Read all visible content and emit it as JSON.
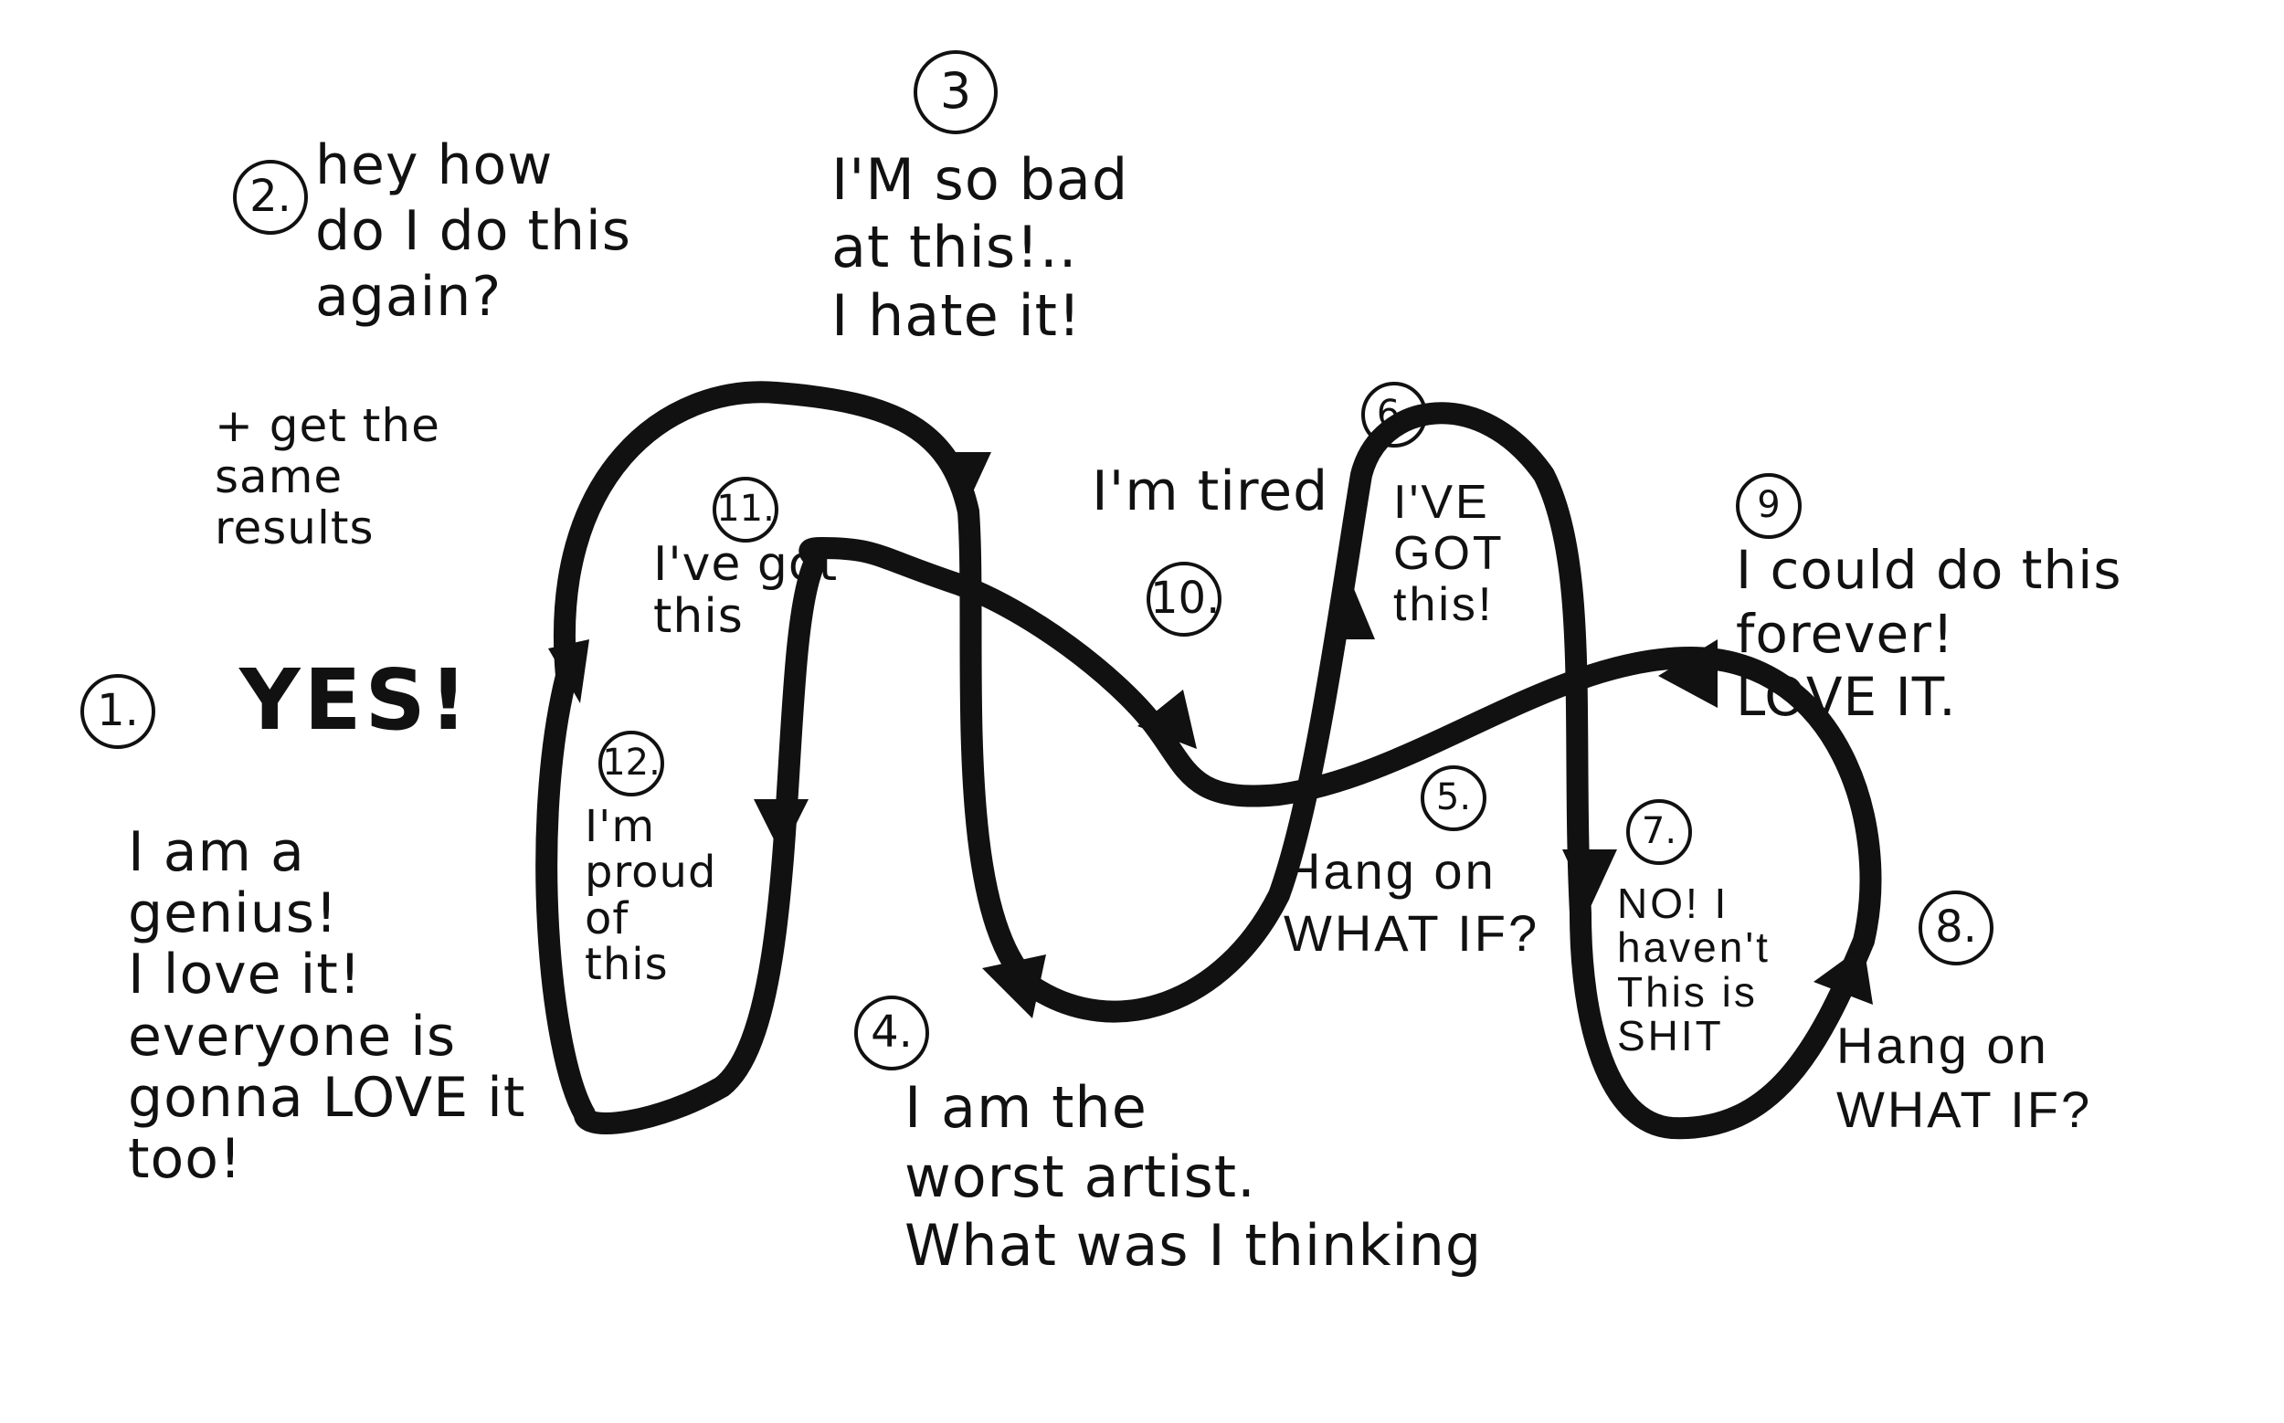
{
  "steps": [
    {
      "n": "1.",
      "text": "YES!"
    },
    {
      "n": "2.",
      "text": "hey how\ndo I do this\nagain?"
    },
    {
      "n": "3",
      "text": "I'M so bad\nat this!..\nI hate it!"
    },
    {
      "n": "4.",
      "text": "I am the\nworst artist.\nWhat was I thinking"
    },
    {
      "n": "5.",
      "text": "Hang on\nWHAT IF?"
    },
    {
      "n": "6.",
      "text": "I'VE\nGOT\nthis!"
    },
    {
      "n": "7.",
      "text": "NO! I\nhaven't\nThis is\nSHIT"
    },
    {
      "n": "8.",
      "text": "Hang on\nWHAT IF?"
    },
    {
      "n": "9",
      "text": "I could do this\nforever!\nLOVE IT."
    },
    {
      "n": "10.",
      "text": "I'm tired"
    },
    {
      "n": "11.",
      "text": "I've got\nthis"
    },
    {
      "n": "12.",
      "text": "I'm\nproud\nof\nthis"
    }
  ],
  "extra": {
    "same_results": "+ get the\nsame\nresults",
    "genius": "I am a\ngenius!\nI love it!\neveryone is\ngonna LOVE it\ntoo!"
  },
  "colors": {
    "ink": "#111111",
    "paper": "#ffffff"
  }
}
